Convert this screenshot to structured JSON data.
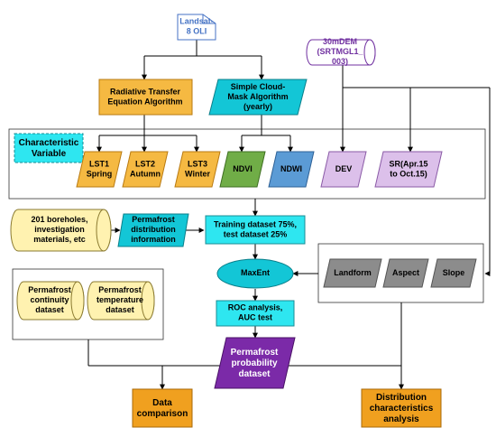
{
  "nodes": {
    "landsat": {
      "text": [
        "Landsat-",
        "8 OLI"
      ],
      "color": "#4472c4"
    },
    "rte": {
      "text": [
        "Radiative Transfer",
        "Equation Algorithm"
      ]
    },
    "scm": {
      "text": [
        "Simple Cloud-",
        "Mask Algorithm",
        "(yearly)"
      ]
    },
    "dem": {
      "text": [
        "30mDEM",
        "(SRTMGL1_",
        "003)"
      ],
      "color": "#7030a0"
    },
    "char_var": {
      "text": [
        "Characteristic",
        "Variable"
      ]
    },
    "lst1": {
      "text": [
        "LST1",
        "Spring"
      ]
    },
    "lst2": {
      "text": [
        "LST2",
        "Autumn"
      ]
    },
    "lst3": {
      "text": [
        "LST3",
        "Winter"
      ]
    },
    "ndvi": {
      "text": [
        "NDVI"
      ]
    },
    "ndwi": {
      "text": [
        "NDWI"
      ]
    },
    "dev": {
      "text": [
        "DEV"
      ]
    },
    "sr": {
      "text": [
        "SR(Apr.15",
        "to Oct.15)"
      ]
    },
    "boreholes": {
      "text": [
        "201 boreholes,",
        "investigation",
        "materials, etc"
      ]
    },
    "pdi": {
      "text": [
        "Permafrost",
        "distribution",
        "information"
      ]
    },
    "training": {
      "text": [
        "Training dataset 75%,",
        "test dataset 25%"
      ]
    },
    "maxent": {
      "text": [
        "MaxEnt"
      ]
    },
    "roc": {
      "text": [
        "ROC analysis,",
        "AUC test"
      ]
    },
    "landform": {
      "text": [
        "Landform"
      ]
    },
    "aspect": {
      "text": [
        "Aspect"
      ]
    },
    "slope": {
      "text": [
        "Slope"
      ]
    },
    "pcd": {
      "text": [
        "Permafrost",
        "continuity",
        "dataset"
      ]
    },
    "ptd": {
      "text": [
        "Permafrost",
        "temperature",
        "dataset"
      ]
    },
    "ppd": {
      "text": [
        "Permafrost",
        "probability",
        "dataset"
      ]
    },
    "data_cmp": {
      "text": [
        "Data",
        "comparison"
      ]
    },
    "dca": {
      "text": [
        "Distribution",
        "characteristics",
        "analysis"
      ]
    }
  },
  "colors": {
    "orange": "#f5b942",
    "orange_dark": "#f0a01f",
    "cyan": "#13c6d6",
    "cyan_light": "#2ee6f0",
    "green": "#70ad47",
    "blue": "#5b9bd5",
    "lilac": "#dcc0ea",
    "yellow": "#fff2b0",
    "purple": "#7b2aa8",
    "gray": "#8c8c8c",
    "line": "#000000"
  }
}
